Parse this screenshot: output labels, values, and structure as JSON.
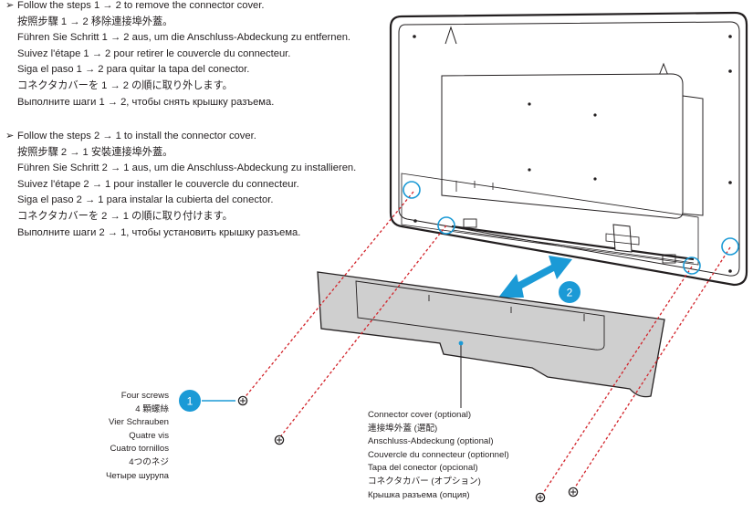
{
  "instructions": {
    "remove": {
      "bullet": "➢",
      "lines": [
        "Follow the steps 1 → 2 to remove the connector cover.",
        "按照步驟 1 → 2 移除連接埠外蓋。",
        "Führen Sie Schritt 1 → 2 aus, um die Anschluss-Abdeckung zu entfernen.",
        "Suivez l'étape 1 → 2 pour retirer le couvercle du connecteur.",
        "Siga el paso 1 → 2 para quitar la tapa del conector.",
        "コネクタカバーを 1 → 2 の順に取り外します。",
        "Выполните шаги 1 → 2, чтобы снять крышку разъема."
      ]
    },
    "install": {
      "bullet": "➢",
      "lines": [
        "Follow the steps 2 → 1 to install the connector cover.",
        "按照步驟 2 → 1 安裝連接埠外蓋。",
        "Führen Sie Schritt 2 → 1 aus, um die Anschluss-Abdeckung zu installieren.",
        "Suivez l'étape 2 → 1 pour installer le couvercle du connecteur.",
        "Siga el paso 2 → 1 para instalar la cubierta del conector.",
        "コネクタカバーを 2 → 1 の順に取り付けます。",
        "Выполните шаги 2 → 1, чтобы установить крышку разъема."
      ]
    }
  },
  "screws_caption": [
    "Four screws",
    "4 顆螺絲",
    "Vier Schrauben",
    "Quatre vis",
    "Cuatro tornillos",
    "4つのネジ",
    "Четыре шурупа"
  ],
  "cover_caption": [
    "Connector cover (optional)",
    "連接埠外蓋 (選配)",
    "Anschluss-Abdeckung (optional)",
    "Couvercle du connecteur (optionnel)",
    "Tapa del conector (opcional)",
    "コネクタカバー (オプション)",
    "Крышка разъема (опция)"
  ],
  "badges": {
    "step1": "1",
    "step2": "2"
  },
  "colors": {
    "accent": "#1b9ad6",
    "screw_line": "#d2232a",
    "cover_fill": "#cfcfcf",
    "outline": "#231f20"
  }
}
